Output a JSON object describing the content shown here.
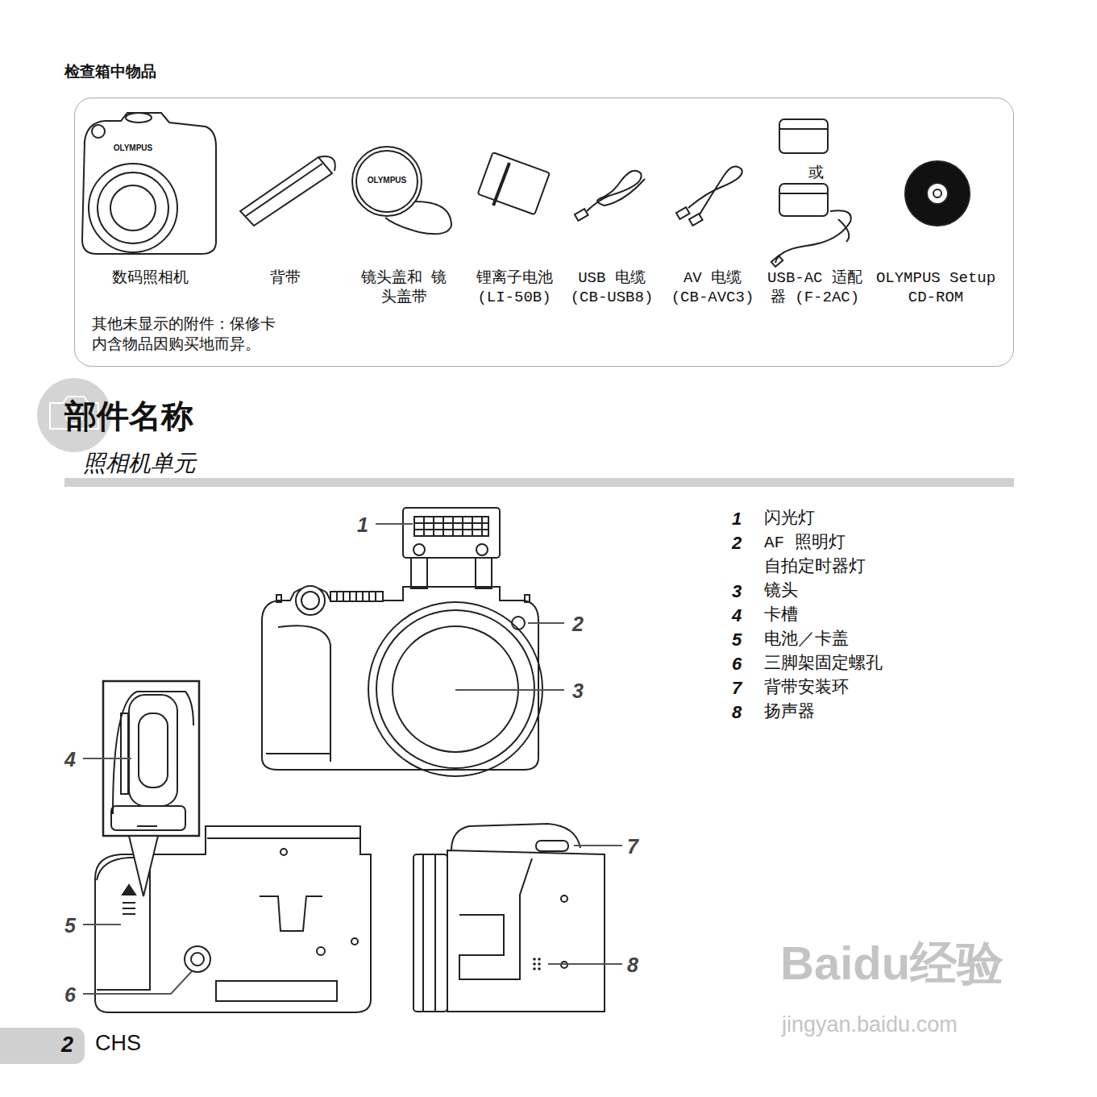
{
  "diagram": {
    "title": "部件名称",
    "nodes": [
      {
        "text": [
          "或",
          "数码照相机",
          "背带",
          "镜头盖和 镜头盖带",
          "锂离子电池 (LI-50B)",
          "USB 电缆 (CB-USB8)",
          "AV 电缆 (CB-AVC3)",
          "USB-AC 适配器 (F-2AC)",
          "OLYMPUS Setup CD-ROM",
          "其他未显示的附件：保修卡",
          "内含物品因购买地而异。"
        ]
      },
      {
        "text": [
          "2"
        ]
      }
    ],
    "labels": [
      "检查箱中物品",
      "OLYMPUS",
      "OLYMPUS",
      "照相机单元",
      "1",
      "2",
      "3",
      "4",
      "5",
      "6",
      "7",
      "8",
      "1",
      "闪光灯",
      "2",
      "AF 照明灯",
      "自拍定时器灯",
      "3",
      "镜头",
      "4",
      "卡槽",
      "5",
      "电池／卡盖",
      "6",
      "三脚架固定螺孔",
      "7",
      "背带安装环",
      "8",
      "扬声器",
      "CHS",
      "Baidu经验",
      "jingyan.baidu.com"
    ]
  }
}
